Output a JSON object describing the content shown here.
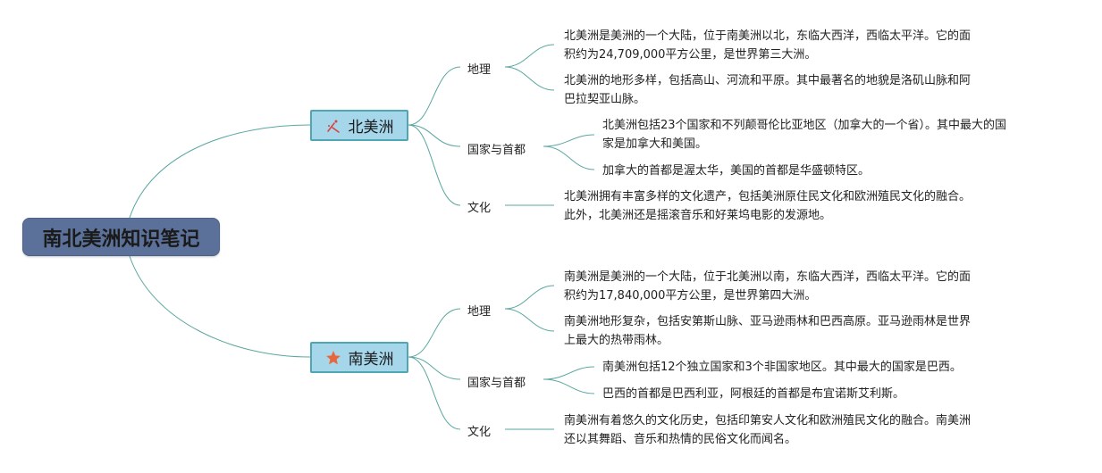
{
  "root": {
    "title": "南北美洲知识笔记"
  },
  "colors": {
    "root_bg": "#5b7199",
    "branch_bg": "#a5d6ea",
    "branch_border": "#4fa7b3",
    "line": "#5aa7a0"
  },
  "branches": [
    {
      "title": "北美洲",
      "icon": "sparkle-icon",
      "children": [
        {
          "label": "地理",
          "notes": [
            [
              "北美洲是美洲的一个大陆，位于南美洲以北，东临大西洋，西临太平洋。它的面",
              "积约为24,709,000平方公里，是世界第三大洲。"
            ],
            [
              "北美洲的地形多样，包括高山、河流和平原。其中最著名的地貌是洛矶山脉和阿",
              "巴拉契亚山脉。"
            ]
          ]
        },
        {
          "label": "国家与首都",
          "notes": [
            [
              "北美洲包括23个国家和不列颠哥伦比亚地区（加拿大的一个省）。其中最大的国",
              "家是加拿大和美国。"
            ],
            [
              "加拿大的首都是渥太华，美国的首都是华盛顿特区。"
            ]
          ]
        },
        {
          "label": "文化",
          "notes": [
            [
              "北美洲拥有丰富多样的文化遗产，包括美洲原住民文化和欧洲殖民文化的融合。",
              "此外，北美洲还是摇滚音乐和好莱坞电影的发源地。"
            ]
          ]
        }
      ]
    },
    {
      "title": "南美洲",
      "icon": "star-icon",
      "children": [
        {
          "label": "地理",
          "notes": [
            [
              "南美洲是美洲的一个大陆，位于北美洲以南，东临大西洋，西临太平洋。它的面",
              "积约为17,840,000平方公里，是世界第四大洲。"
            ],
            [
              "南美洲地形复杂，包括安第斯山脉、亚马逊雨林和巴西高原。亚马逊雨林是世界",
              "上最大的热带雨林。"
            ]
          ]
        },
        {
          "label": "国家与首都",
          "notes": [
            [
              "南美洲包括12个独立国家和3个非国家地区。其中最大的国家是巴西。"
            ],
            [
              "巴西的首都是巴西利亚，阿根廷的首都是布宜诺斯艾利斯。"
            ]
          ]
        },
        {
          "label": "文化",
          "notes": [
            [
              "南美洲有着悠久的文化历史，包括印第安人文化和欧洲殖民文化的融合。南美洲",
              "还以其舞蹈、音乐和热情的民俗文化而闻名。"
            ]
          ]
        }
      ]
    }
  ]
}
